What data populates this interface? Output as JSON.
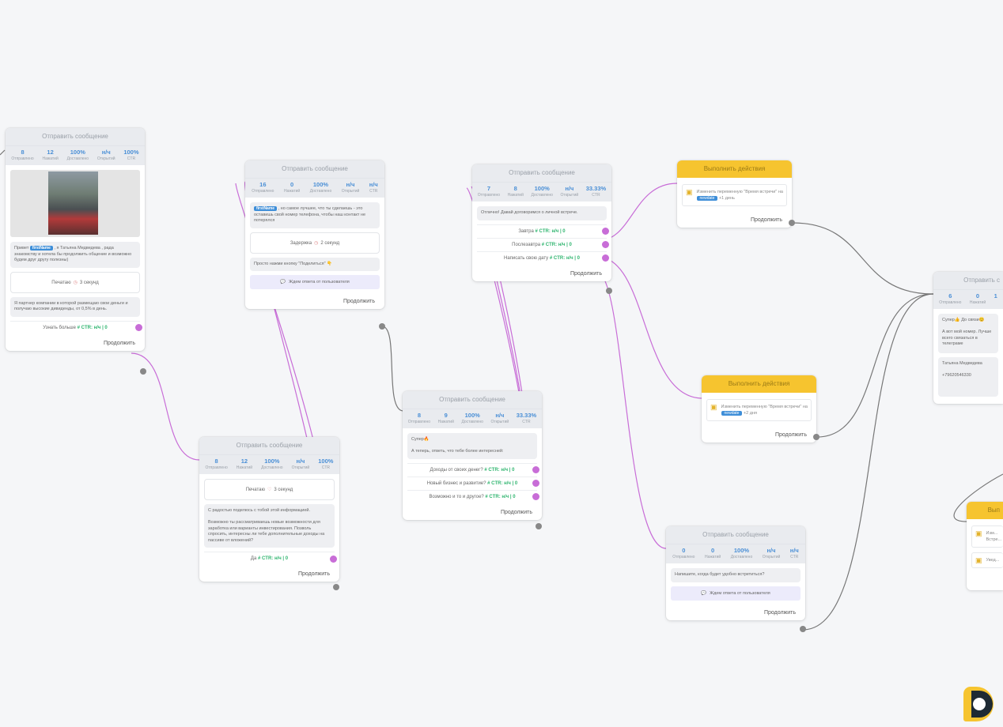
{
  "nodes": {
    "n1": {
      "title": "Отправить сообщение",
      "stats": [
        {
          "value": "8",
          "label": "Отправлено"
        },
        {
          "value": "12",
          "label": "Нажатий"
        },
        {
          "value": "100%",
          "label": "Доставлено"
        },
        {
          "value": "н/ч",
          "label": "Открытий"
        },
        {
          "value": "100%",
          "label": "CTR"
        }
      ],
      "msg1_pre": "Привет",
      "msg1_tag": "firstName",
      "msg1_post": ", я Татьяна Медведева , рада знакомству и хотела бы продолжить общение и возможно будем друг другу полезны)",
      "delay_text": "Печатаю",
      "delay_value": "3 секунд",
      "msg2": "Я партнер компании в которой размещаю свои деньги и получаю высокие дивиденды, от 0,5% в день.",
      "btn1_label": "Узнать больше",
      "btn1_ctr": "# CTR: н/ч | 0",
      "continue": "Продолжить"
    },
    "n2": {
      "title": "Отправить сообщение",
      "stats": [
        {
          "value": "16",
          "label": "Отправлено"
        },
        {
          "value": "0",
          "label": "Нажатий"
        },
        {
          "value": "100%",
          "label": "Доставлено"
        },
        {
          "value": "н/ч",
          "label": "Открытий"
        },
        {
          "value": "н/ч",
          "label": "CTR"
        }
      ],
      "msg1_tag": "firstName",
      "msg1_post": ", но самое лучшее, что ты сделаешь - это оставишь свой номер телефона, чтобы наш контакт не потерялся",
      "delay_text": "Задержка",
      "delay_value": "2 секунд",
      "msg2": "Просто нажми кнопку \"Поделиться\" 👇",
      "wait_text": "Ждем ответа от пользователя",
      "continue": "Продолжить"
    },
    "n3": {
      "title": "Отправить сообщение",
      "stats": [
        {
          "value": "8",
          "label": "Отправлено"
        },
        {
          "value": "12",
          "label": "Нажатий"
        },
        {
          "value": "100%",
          "label": "Доставлено"
        },
        {
          "value": "н/ч",
          "label": "Открытий"
        },
        {
          "value": "100%",
          "label": "CTR"
        }
      ],
      "delay_text": "Печатаю",
      "delay_value": "3 секунд",
      "msg1": "С радостью поделюсь с тобой этой информацией.\n\nВозможно ты рассматриваешь новые возможности для заработка или варианты инвестирования. Позволь спросить, интересны ли тебе дополнительные доходы на пассиве от вложений?",
      "btn1_label": "Да",
      "btn1_ctr": "# CTR: н/ч | 0",
      "continue": "Продолжить"
    },
    "n4": {
      "title": "Отправить сообщение",
      "stats": [
        {
          "value": "8",
          "label": "Отправлено"
        },
        {
          "value": "9",
          "label": "Нажатий"
        },
        {
          "value": "100%",
          "label": "Доставлено"
        },
        {
          "value": "н/ч",
          "label": "Открытий"
        },
        {
          "value": "33.33%",
          "label": "CTR"
        }
      ],
      "msg1": "Супер🔥\n\nА теперь, ответь, что тебе более интересней:",
      "btn1_label": "Доходы от своих денег?",
      "btn1_ctr": "# CTR: н/ч | 0",
      "btn2_label": "Новый бизнес и развитие?",
      "btn2_ctr": "# CTR: н/ч | 0",
      "btn3_label": "Возможно и то и другое?",
      "btn3_ctr": "# CTR: н/ч | 0",
      "continue": "Продолжить"
    },
    "n5": {
      "title": "Отправить сообщение",
      "stats": [
        {
          "value": "7",
          "label": "Отправлено"
        },
        {
          "value": "8",
          "label": "Нажатий"
        },
        {
          "value": "100%",
          "label": "Доставлено"
        },
        {
          "value": "н/ч",
          "label": "Открытий"
        },
        {
          "value": "33.33%",
          "label": "CTR"
        }
      ],
      "msg1": "Отлично! Давай договоримся о личной встрече.",
      "btn1_label": "Завтра",
      "btn1_ctr": "# CTR: н/ч | 0",
      "btn2_label": "Послезавтра",
      "btn2_ctr": "# CTR: н/ч | 0",
      "btn3_label": "Написать свою дату",
      "btn3_ctr": "# CTR: н/ч | 0",
      "continue": "Продолжить"
    },
    "n6": {
      "title": "Выполнить действия",
      "action_pre": "Изменить переменную \"Время встречи\" на",
      "action_chip": "newdate",
      "action_post": "+1 день",
      "continue": "Продолжить"
    },
    "n7": {
      "title": "Выполнить действия",
      "action_pre": "Изменить переменную \"Время встречи\" на",
      "action_chip": "newdate",
      "action_post": "+2 дня",
      "continue": "Продолжить"
    },
    "n8": {
      "title": "Отправить сообщение",
      "stats": [
        {
          "value": "0",
          "label": "Отправлено"
        },
        {
          "value": "0",
          "label": "Нажатий"
        },
        {
          "value": "100%",
          "label": "Доставлено"
        },
        {
          "value": "н/ч",
          "label": "Открытий"
        },
        {
          "value": "н/ч",
          "label": "CTR"
        }
      ],
      "msg1": "Напишите, когда будет удобно встретиться?",
      "wait_text": "Ждем ответа от пользователя",
      "continue": "Продолжить"
    },
    "n9": {
      "title": "Отправить с",
      "stats": [
        {
          "value": "6",
          "label": "Отправлено"
        },
        {
          "value": "0",
          "label": "Нажатий"
        },
        {
          "value": "1",
          "label": ""
        }
      ],
      "msg1": "Супер👍 До связи😊\n\nА вот мой номер. Лучше всего связаться в телеграме",
      "msg2": "Татьяна Медведева\n\n+79620546330"
    },
    "n10": {
      "title": "Вып",
      "row1": "Изм...\nВстре...",
      "row2": "Увед..."
    }
  },
  "colors": {
    "accent": "#3e8ed8",
    "action": "#f6c42f",
    "port": "#c86dd7",
    "wire_button": "#c86dd7",
    "wire_continue": "#777777",
    "ctr": "#2fb56f"
  }
}
